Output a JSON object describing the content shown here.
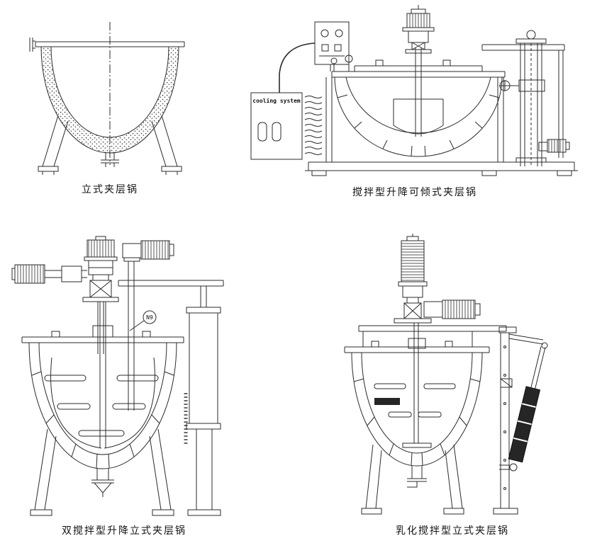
{
  "page": {
    "background": "#ffffff"
  },
  "panels": {
    "vertical_kettle": {
      "caption": "立式夹层锅"
    },
    "tilting_kettle": {
      "caption": "搅拌型升降可倾式夹层锅",
      "cooling_label": "cooling system"
    },
    "double_agitator_kettle": {
      "caption": "双搅拌型升降立式夹层锅",
      "tag": "N9"
    },
    "emulsifying_kettle": {
      "caption": "乳化搅拌型立式夹层锅"
    }
  },
  "colors": {
    "line": "#2b2b2b",
    "dark_fill": "#262626"
  }
}
